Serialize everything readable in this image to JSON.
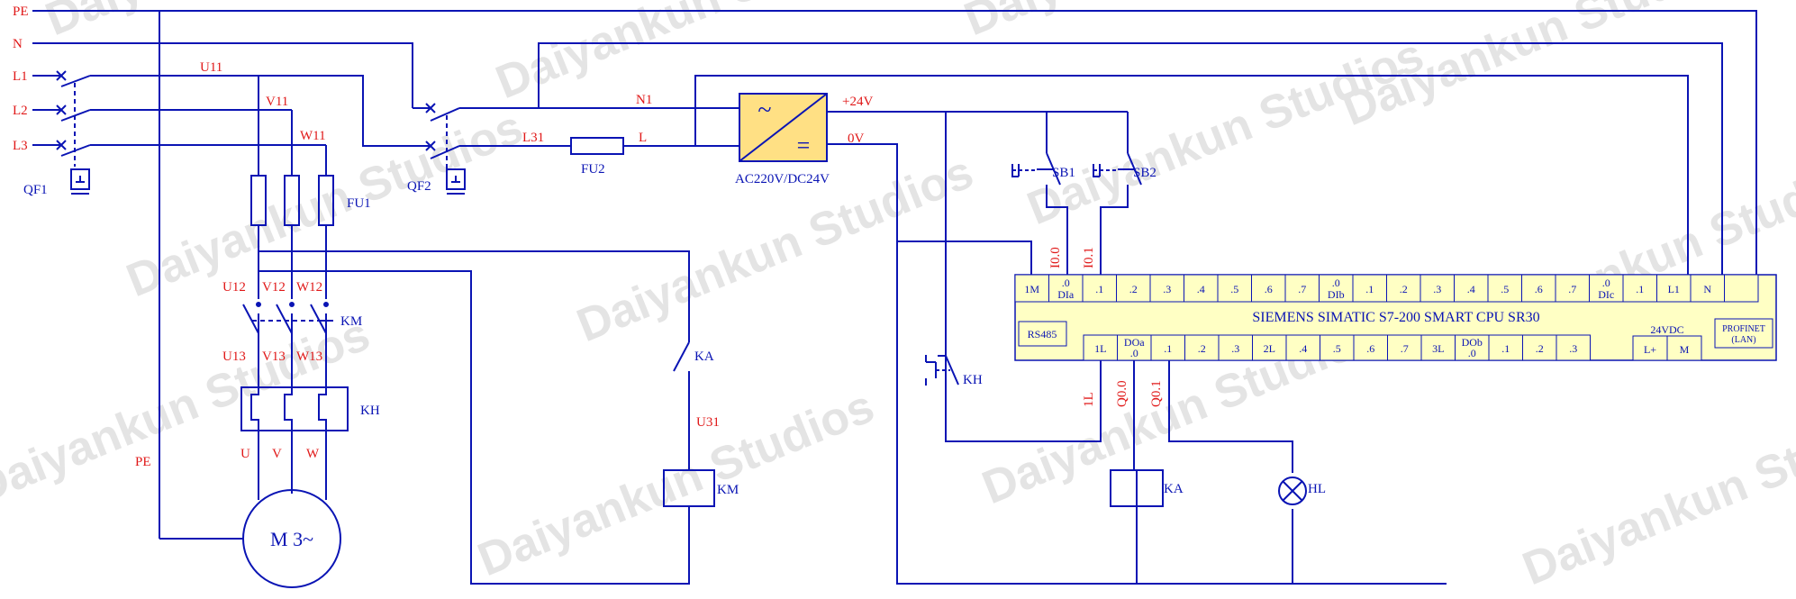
{
  "colors": {
    "wire": "#0a14b4",
    "red_label": "#e01818",
    "plc_fill": "#ffffc4",
    "psu_fill": "#ffe084",
    "watermark": "#e4e4e4"
  },
  "watermark": "Daiyankun Studios",
  "rails": {
    "pe": "PE",
    "n": "N",
    "l1": "L1",
    "l2": "L2",
    "l3": "L3"
  },
  "breakers": {
    "qf1": "QF1",
    "qf2": "QF2"
  },
  "power": {
    "u11": "U11",
    "v11": "V11",
    "w11": "W11",
    "fu1": "FU1",
    "u12": "U12",
    "v12": "V12",
    "w12": "W12",
    "km": "KM",
    "u13": "U13",
    "v13": "V13",
    "w13": "W13",
    "kh": "KH",
    "u": "U",
    "v": "V",
    "w": "W",
    "pe": "PE",
    "motor": "M 3~"
  },
  "supply": {
    "n1": "N1",
    "l31": "L31",
    "fu2": "FU2",
    "l": "L",
    "p24": "+24V",
    "zero": "0V",
    "psu_name": "AC220V/DC24V",
    "psu_ac": "~",
    "psu_dc": "="
  },
  "control": {
    "sb1": "SB1",
    "sb2": "SB2",
    "i00": "I0.0",
    "i01": "I0.1",
    "ka_contact": "KA",
    "u31": "U31",
    "km_coil": "KM",
    "kh_contact": "KH",
    "q_1l": "1L",
    "q00": "Q0.0",
    "q01": "Q0.1",
    "ka_coil": "KA",
    "hl": "HL"
  },
  "plc": {
    "title": "SIEMENS SIMATIC S7-200 SMART CPU SR30",
    "rs485": "RS485",
    "profinet_1": "PROFINET",
    "profinet_2": "(LAN)",
    "dc24": "24VDC",
    "top_terms": [
      {
        "top": "1M",
        "sub": ""
      },
      {
        "top": ".0",
        "sub": "DIa"
      },
      {
        "top": ".1",
        "sub": ""
      },
      {
        "top": ".2",
        "sub": ""
      },
      {
        "top": ".3",
        "sub": ""
      },
      {
        "top": ".4",
        "sub": ""
      },
      {
        "top": ".5",
        "sub": ""
      },
      {
        "top": ".6",
        "sub": ""
      },
      {
        "top": ".7",
        "sub": ""
      },
      {
        "top": ".0",
        "sub": "DIb"
      },
      {
        "top": ".1",
        "sub": ""
      },
      {
        "top": ".2",
        "sub": ""
      },
      {
        "top": ".3",
        "sub": ""
      },
      {
        "top": ".4",
        "sub": ""
      },
      {
        "top": ".5",
        "sub": ""
      },
      {
        "top": ".6",
        "sub": ""
      },
      {
        "top": ".7",
        "sub": ""
      },
      {
        "top": ".0",
        "sub": "DIc"
      },
      {
        "top": ".1",
        "sub": ""
      },
      {
        "top": "L1",
        "sub": ""
      },
      {
        "top": "N",
        "sub": ""
      },
      {
        "top": "",
        "sub": ""
      }
    ],
    "bottom_terms": [
      {
        "top": "1L",
        "sub": ""
      },
      {
        "top": "DOa",
        "sub": ".0"
      },
      {
        "top": ".1",
        "sub": ""
      },
      {
        "top": ".2",
        "sub": ""
      },
      {
        "top": ".3",
        "sub": ""
      },
      {
        "top": "2L",
        "sub": ""
      },
      {
        "top": ".4",
        "sub": ""
      },
      {
        "top": ".5",
        "sub": ""
      },
      {
        "top": ".6",
        "sub": ""
      },
      {
        "top": ".7",
        "sub": ""
      },
      {
        "top": "3L",
        "sub": ""
      },
      {
        "top": "DOb",
        "sub": ".0"
      },
      {
        "top": ".1",
        "sub": ""
      },
      {
        "top": ".2",
        "sub": ""
      },
      {
        "top": ".3",
        "sub": ""
      }
    ],
    "right_terms": [
      {
        "top": "L+"
      },
      {
        "top": "M"
      }
    ]
  }
}
